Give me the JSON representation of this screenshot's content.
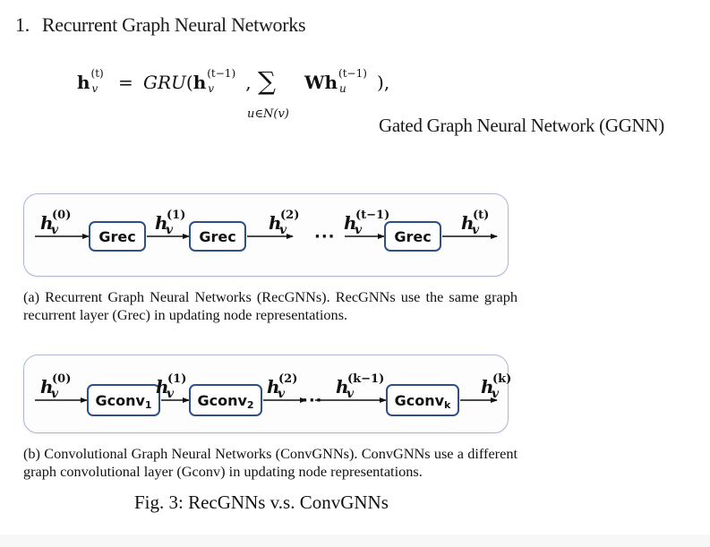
{
  "heading": {
    "number": "1.",
    "title": "Recurrent Graph Neural Networks"
  },
  "equation": {
    "lhs": "h",
    "lhs_sup": "(t)",
    "lhs_sub": "v",
    "equals": "=",
    "func": "GRU",
    "open": "(",
    "arg1": "h",
    "arg1_sup": "(t−1)",
    "arg1_sub": "v",
    "comma": ",",
    "sum_symbol": "∑",
    "sum_index": "u∈N(v)",
    "arg2": "Wh",
    "arg2_sup": "(t−1)",
    "arg2_sub": "u",
    "close": "),"
  },
  "model_label": "Gated Graph Neural Network (GGNN)",
  "diagram_a": {
    "states": [
      {
        "base": "h",
        "sub": "v",
        "sup": "(0)"
      },
      {
        "base": "h",
        "sub": "v",
        "sup": "(1)"
      },
      {
        "base": "h",
        "sub": "v",
        "sup": "(2)"
      },
      {
        "base": "h",
        "sub": "v",
        "sup": "(t−1)"
      },
      {
        "base": "h",
        "sub": "v",
        "sup": "(t)"
      }
    ],
    "blocks": [
      {
        "label": "Grec",
        "sub": ""
      },
      {
        "label": "Grec",
        "sub": ""
      },
      {
        "label": "Grec",
        "sub": ""
      }
    ],
    "ellipsis": "···"
  },
  "caption_a": "(a) Recurrent Graph Neural Networks (RecGNNs). RecGNNs use the same graph recurrent layer (Grec) in updating node representations.",
  "diagram_b": {
    "states": [
      {
        "base": "h",
        "sub": "v",
        "sup": "(0)"
      },
      {
        "base": "h",
        "sub": "v",
        "sup": "(1)"
      },
      {
        "base": "h",
        "sub": "v",
        "sup": "(2)"
      },
      {
        "base": "h",
        "sub": "v",
        "sup": "(k−1)"
      },
      {
        "base": "h",
        "sub": "v",
        "sup": "(k)"
      }
    ],
    "blocks": [
      {
        "label": "Gconv",
        "sub": "1"
      },
      {
        "label": "Gconv",
        "sub": "2"
      },
      {
        "label": "Gconv",
        "sub": "k"
      }
    ],
    "ellipsis": "···"
  },
  "caption_b": "(b) Convolutional Graph Neural Networks (ConvGNNs). ConvGNNs use a different graph convolutional layer (Gconv) in updating node representations.",
  "figure_title": "Fig. 3: RecGNNs v.s. ConvGNNs",
  "colors": {
    "block_border": "#2f4f8a",
    "panel_border": "#aeb8d6",
    "arrow": "#111111"
  }
}
